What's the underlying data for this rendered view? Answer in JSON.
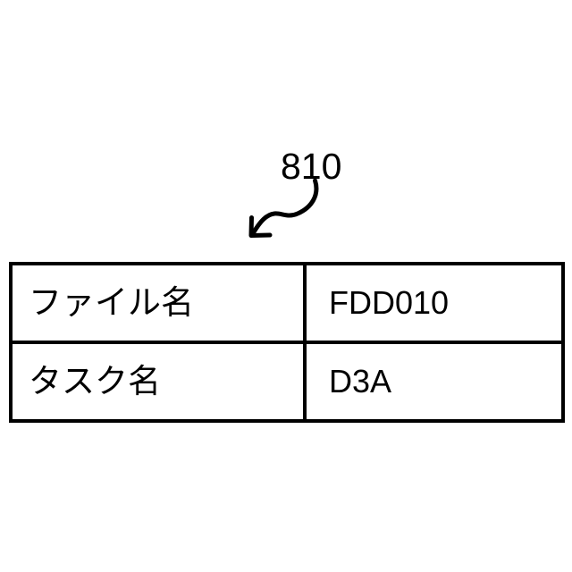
{
  "figure": {
    "reference_number": "810",
    "arrow": {
      "icon": "curved-leader-arrow-icon",
      "direction": "down-left"
    }
  },
  "table": {
    "name": "file-task-attribute-table",
    "columns": 2,
    "rows": [
      {
        "label": "ファイル名",
        "value": "FDD010"
      },
      {
        "label": "タスク名",
        "value": "D3A"
      }
    ]
  },
  "style": {
    "background": "#ffffff",
    "line_color": "#000000",
    "text_color": "#000000"
  }
}
